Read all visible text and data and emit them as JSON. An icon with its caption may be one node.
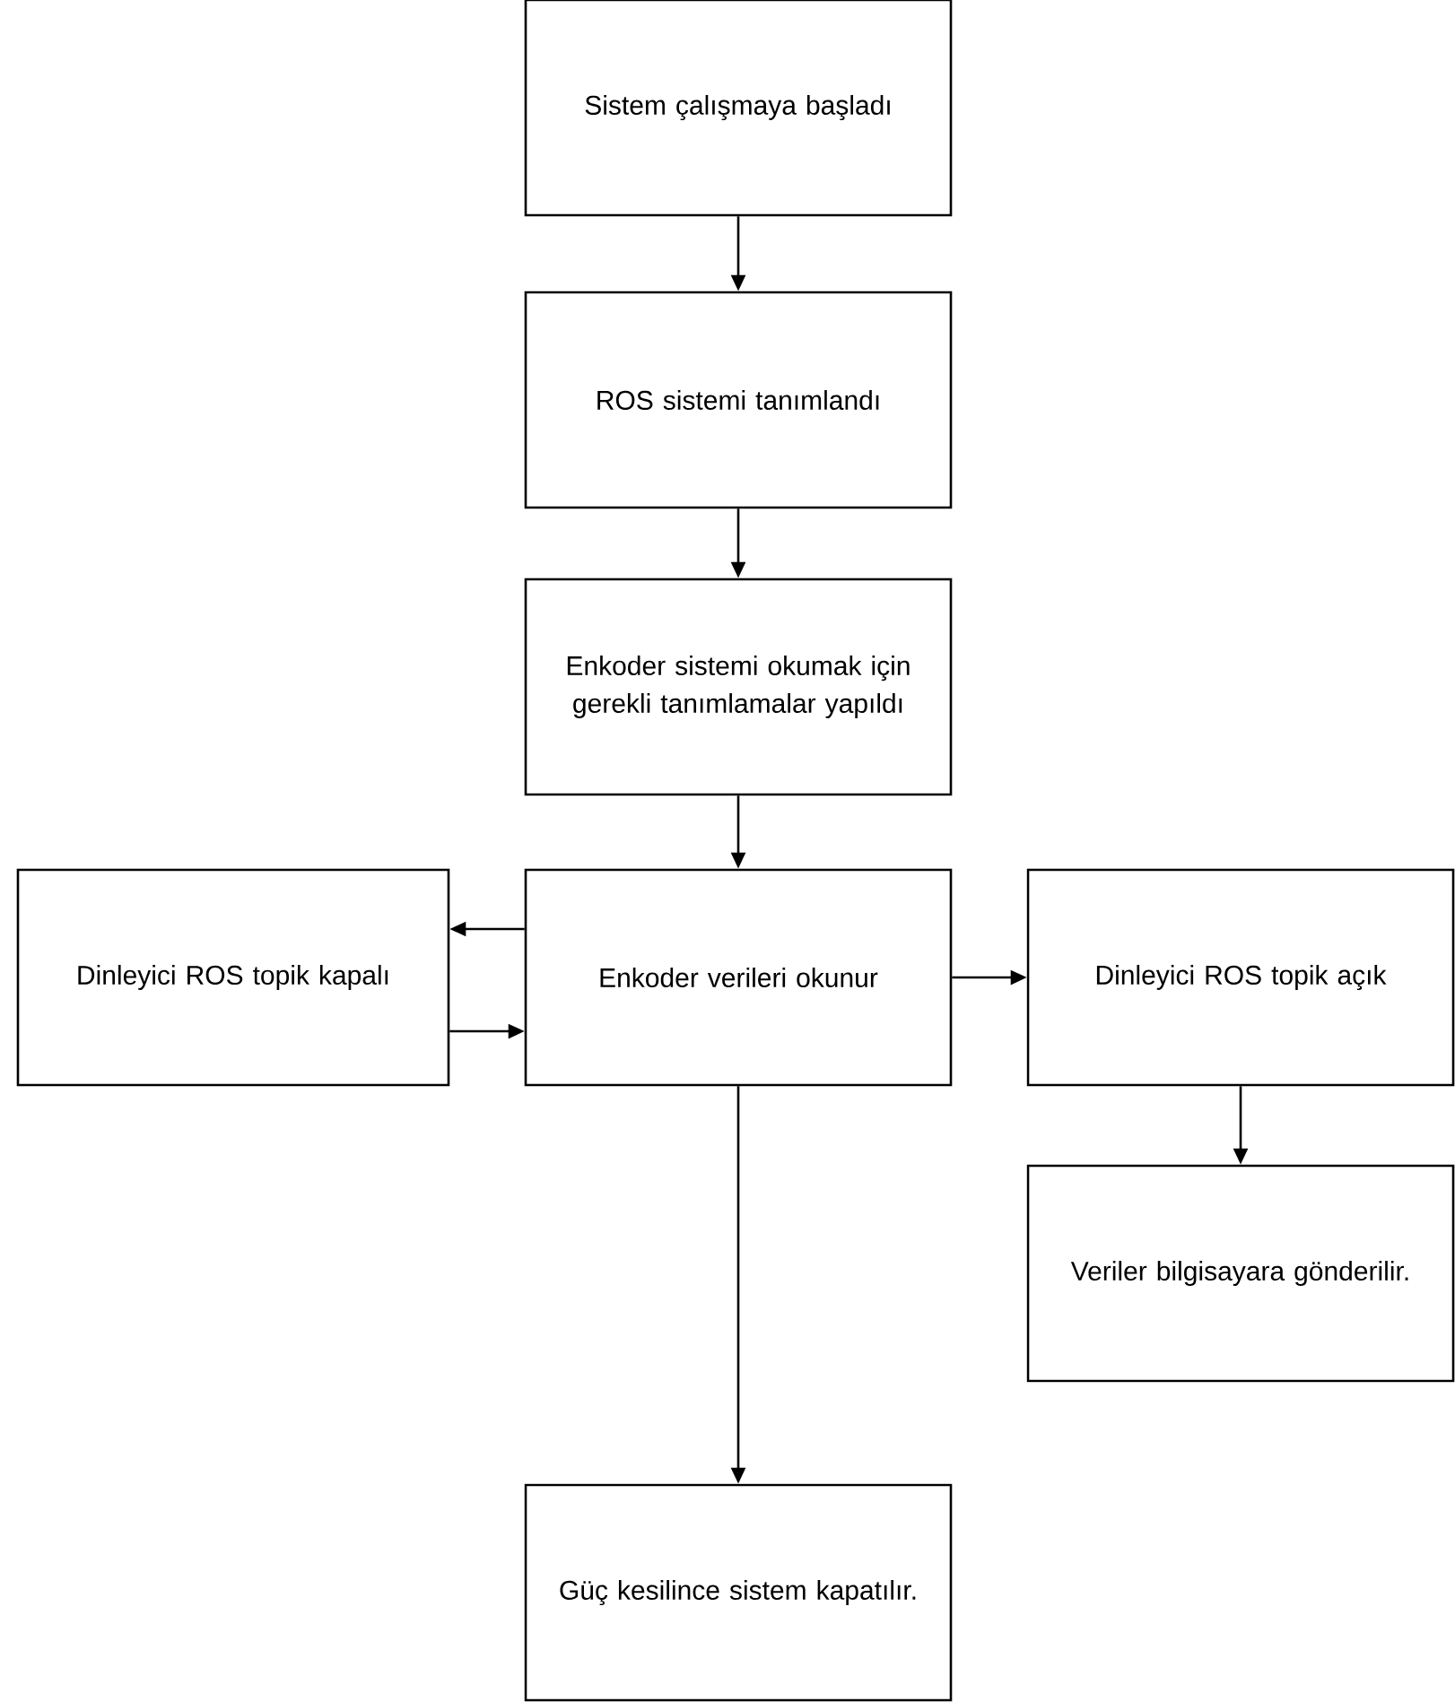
{
  "diagram": {
    "nodes": [
      {
        "text": [
          "Sistem çalışmaya başladı"
        ]
      },
      {
        "text": [
          "ROS sistemi tanımlandı"
        ]
      },
      {
        "text": [
          "Enkoder sistemi okumak için gerekli tanımlamalar yapıldı"
        ]
      },
      {
        "text": [
          "Enkoder verileri okunur"
        ]
      },
      {
        "text": [
          "Dinleyici ROS topik kapalı"
        ]
      },
      {
        "text": [
          "Dinleyici ROS topik açık"
        ]
      },
      {
        "text": [
          "Veriler bilgisayara gönderilir."
        ]
      },
      {
        "text": [
          "Güç kesilince sistem kapatılır."
        ]
      }
    ],
    "edges": [
      {
        "from": 0,
        "to": 1,
        "arrow": "to"
      },
      {
        "from": 1,
        "to": 2,
        "arrow": "to"
      },
      {
        "from": 2,
        "to": 3,
        "arrow": "to"
      },
      {
        "from": 3,
        "to": 4,
        "arrow": "to"
      },
      {
        "from": 4,
        "to": 3,
        "arrow": "to"
      },
      {
        "from": 3,
        "to": 5,
        "arrow": "to"
      },
      {
        "from": 5,
        "to": 6,
        "arrow": "to"
      },
      {
        "from": 3,
        "to": 7,
        "arrow": "to"
      }
    ]
  }
}
